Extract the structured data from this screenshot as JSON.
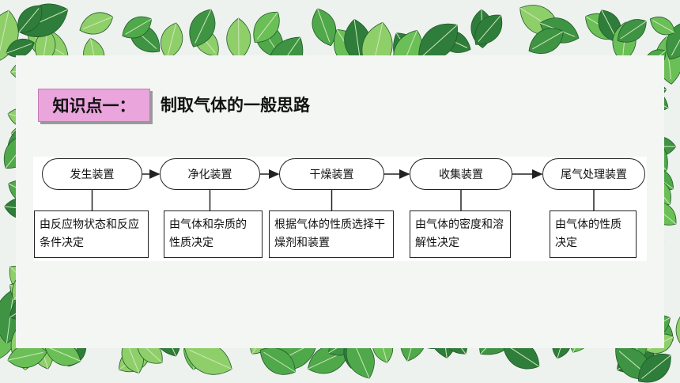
{
  "title": {
    "tag": "知识点一：",
    "text": "制取气体的一般思路"
  },
  "flow": {
    "steps": [
      "发生装置",
      "净化装置",
      "干燥装置",
      "收集装置",
      "尾气处理装置"
    ],
    "notes": [
      "由反应物状态和反应条件决定",
      "由气体和杂质的性质决定",
      "根据气体的性质选择干燥剂和装置",
      "由气体的密度和溶解性决定",
      "由气体的性质决定"
    ]
  },
  "colors": {
    "tag_fill": "#e9a5dc",
    "leaf_dark": "#2f7d3a",
    "leaf_mid": "#4fa84a",
    "leaf_light": "#8fcf6a"
  }
}
